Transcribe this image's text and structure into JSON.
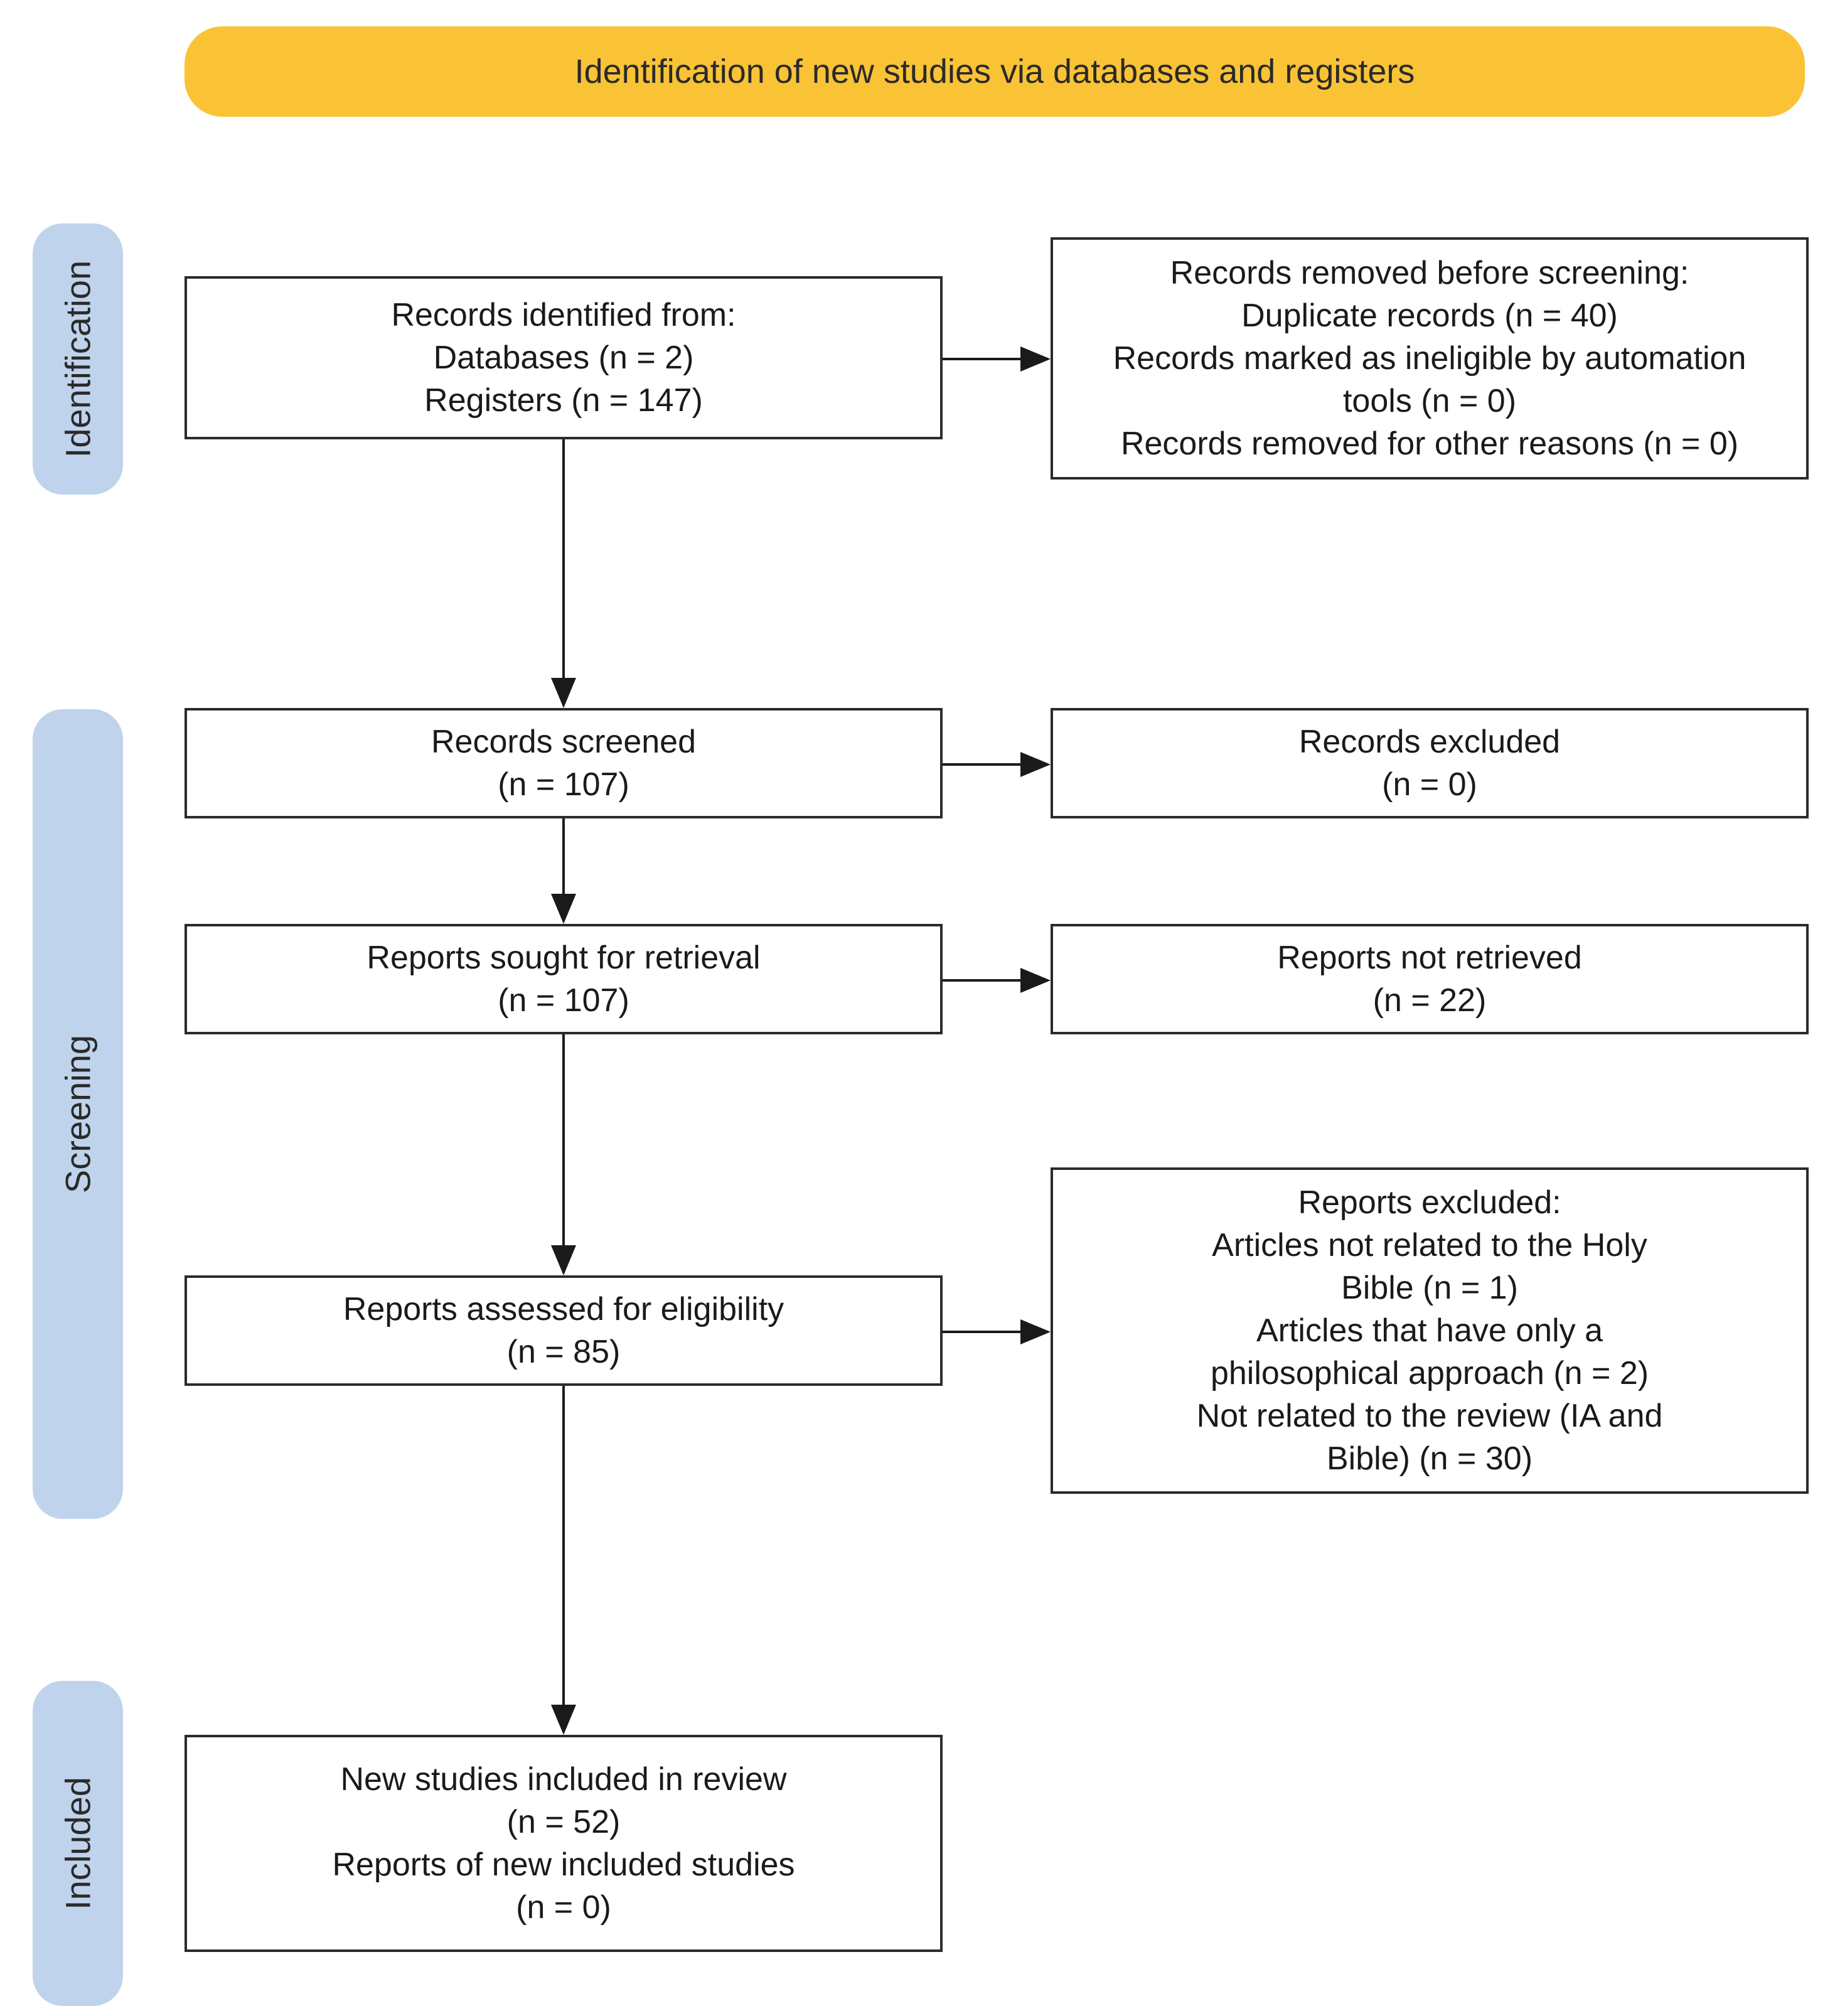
{
  "header": {
    "title": "Identification of new studies via databases and registers"
  },
  "phases": {
    "identification": "Identification",
    "screening": "Screening",
    "included": "Included"
  },
  "boxes": {
    "records_identified": {
      "lines": [
        "Records identified from:",
        "Databases (n = 2)",
        "Registers (n = 147)"
      ]
    },
    "records_removed": {
      "lines": [
        "Records removed before screening:",
        "Duplicate records (n = 40)",
        "Records marked as ineligible by automation",
        "tools (n = 0)",
        "Records removed for other reasons (n = 0)"
      ]
    },
    "records_screened": {
      "lines": [
        "Records screened",
        "(n = 107)"
      ]
    },
    "records_excluded": {
      "lines": [
        "Records excluded",
        "(n = 0)"
      ]
    },
    "reports_sought": {
      "lines": [
        "Reports sought for retrieval",
        "(n = 107)"
      ]
    },
    "reports_not_retrieved": {
      "lines": [
        "Reports not retrieved",
        "(n = 22)"
      ]
    },
    "reports_assessed": {
      "lines": [
        "Reports assessed for eligibility",
        "(n = 85)"
      ]
    },
    "reports_excluded": {
      "lines": [
        "Reports excluded:",
        "Articles not related to the Holy",
        "Bible (n = 1)",
        "Articles that have only a",
        "philosophical approach (n = 2)",
        "Not related to the review (IA and",
        "Bible) (n = 30)"
      ]
    },
    "new_studies_included": {
      "lines": [
        "New studies included in review",
        "(n = 52)",
        "Reports of new included studies",
        "(n = 0)"
      ]
    }
  },
  "colors": {
    "header": "#f9c335",
    "phase_pill": "#c0d3ec",
    "stroke": "#2b2b2b"
  }
}
